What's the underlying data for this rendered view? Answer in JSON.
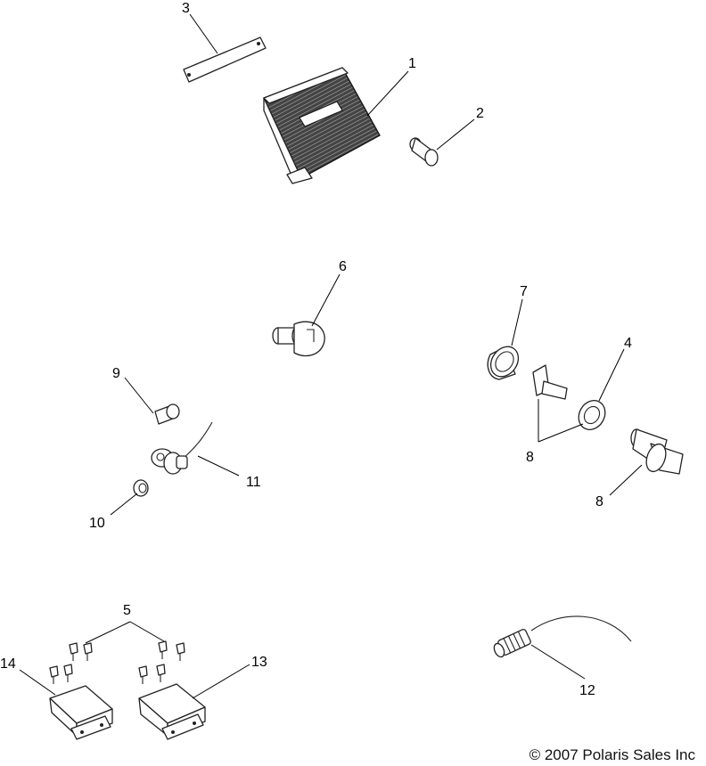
{
  "callouts": {
    "c1": "1",
    "c2": "2",
    "c3": "3",
    "c4": "4",
    "c5": "5",
    "c6": "6",
    "c7": "7",
    "c8a": "8",
    "c8b": "8",
    "c9": "9",
    "c10": "10",
    "c11": "11",
    "c12": "12",
    "c13": "13",
    "c14": "14"
  },
  "copyright": "© 2007 Polaris Sales Inc"
}
